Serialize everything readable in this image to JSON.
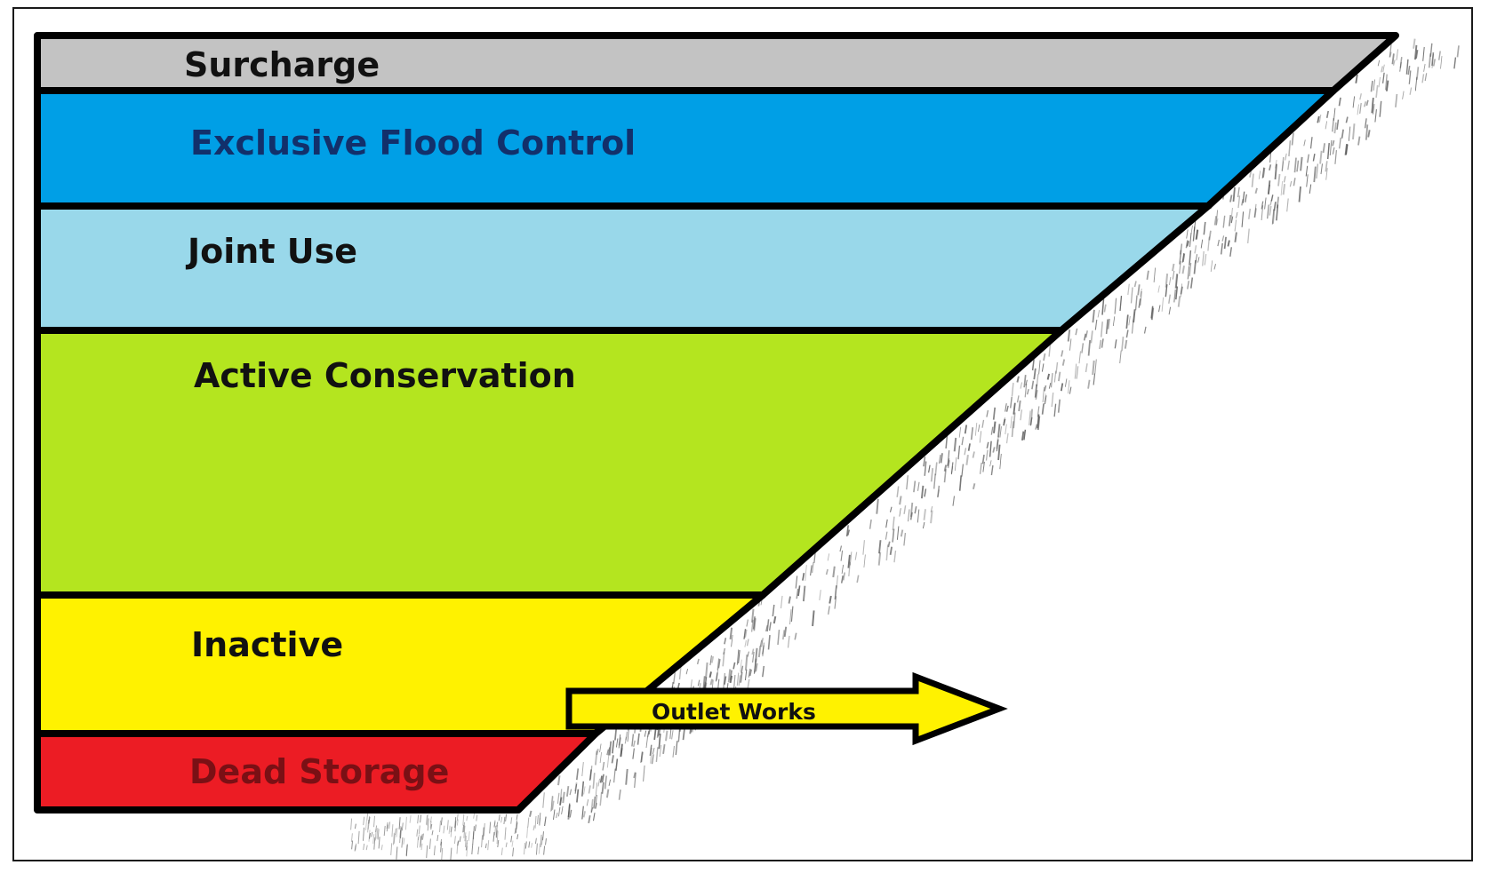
{
  "diagram": {
    "zones": [
      {
        "id": "surcharge",
        "label": "Surcharge",
        "fill": "#c3c3c3",
        "text_color": "#111111"
      },
      {
        "id": "flood-control",
        "label": "Exclusive Flood Control",
        "fill": "#009fe6",
        "text_color": "#12306b"
      },
      {
        "id": "joint-use",
        "label": "Joint Use",
        "fill": "#99d8ea",
        "text_color": "#111111"
      },
      {
        "id": "active-conservation",
        "label": "Active Conservation",
        "fill": "#b4e51f",
        "text_color": "#111111"
      },
      {
        "id": "inactive",
        "label": "Inactive",
        "fill": "#fff200",
        "text_color": "#111111"
      },
      {
        "id": "dead-storage",
        "label": "Dead Storage",
        "fill": "#ec1c24",
        "text_color": "#7a1015"
      }
    ],
    "outlet": {
      "label": "Outlet Works",
      "fill": "#fff200",
      "text_color": "#111111"
    },
    "outline_color": "#000000",
    "ground_hatch_color": "#555555"
  }
}
